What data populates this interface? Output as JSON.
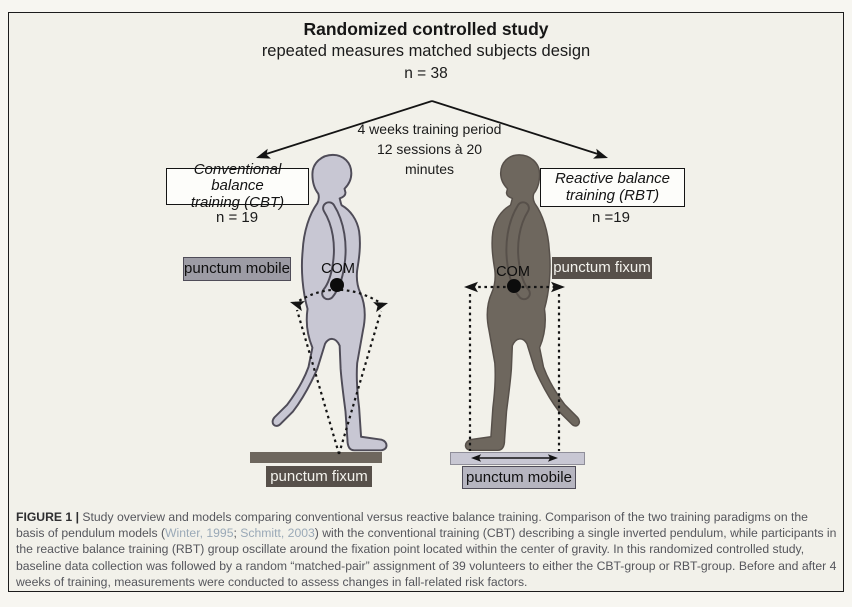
{
  "colors": {
    "page_background": "#f2f1ea",
    "frame_border": "#1c1c1c",
    "cbt_figure_fill": "#c8c7d3",
    "rbt_figure_fill": "#6e675e",
    "figure_outline": "#4f4c58",
    "dark_label_bg": "#57504a",
    "gray_label_bg": "#9d9ca5",
    "light_label_bg": "#b6b5c0",
    "caption_text": "#55565c",
    "citation_link": "#9aa9b7"
  },
  "header": {
    "title": "Randomized controlled study",
    "subtitle": "repeated measures matched subjects design",
    "sample_size": "n = 38"
  },
  "training_period": {
    "line1": "4 weeks training period",
    "line2": "12 sessions à 20",
    "line3": "minutes"
  },
  "cbt": {
    "box_line1": "Conventional balance",
    "box_line2": "training (CBT)",
    "sample_size": "n = 19",
    "top_label": "punctum mobile",
    "bottom_label": "punctum fixum",
    "com_label": "COM"
  },
  "rbt": {
    "box_line1": "Reactive balance",
    "box_line2": "training (RBT)",
    "sample_size": "n =19",
    "top_label": "punctum fixum",
    "bottom_label": "punctum mobile",
    "com_label": "COM"
  },
  "caption": {
    "figure_label": "FIGURE 1 | ",
    "text_before_citations": "Study overview and models comparing conventional versus reactive balance training. Comparison of the two training paradigms on the basis of pendulum models (",
    "citation1": "Winter, 1995",
    "citation_separator": "; ",
    "citation2": "Schmitt, 2003",
    "text_after_citations": ") with the conventional training (CBT) describing a single inverted pendulum, while participants in the reactive balance training (RBT) group oscillate around the fixation point located within the center of gravity. In this randomized controlled study, baseline data collection was followed by a random “matched-pair” assignment of 39 volunteers to either the CBT-group or RBT-group. Before and after 4 weeks of training, measurements were conducted to assess changes in fall-related risk factors."
  }
}
